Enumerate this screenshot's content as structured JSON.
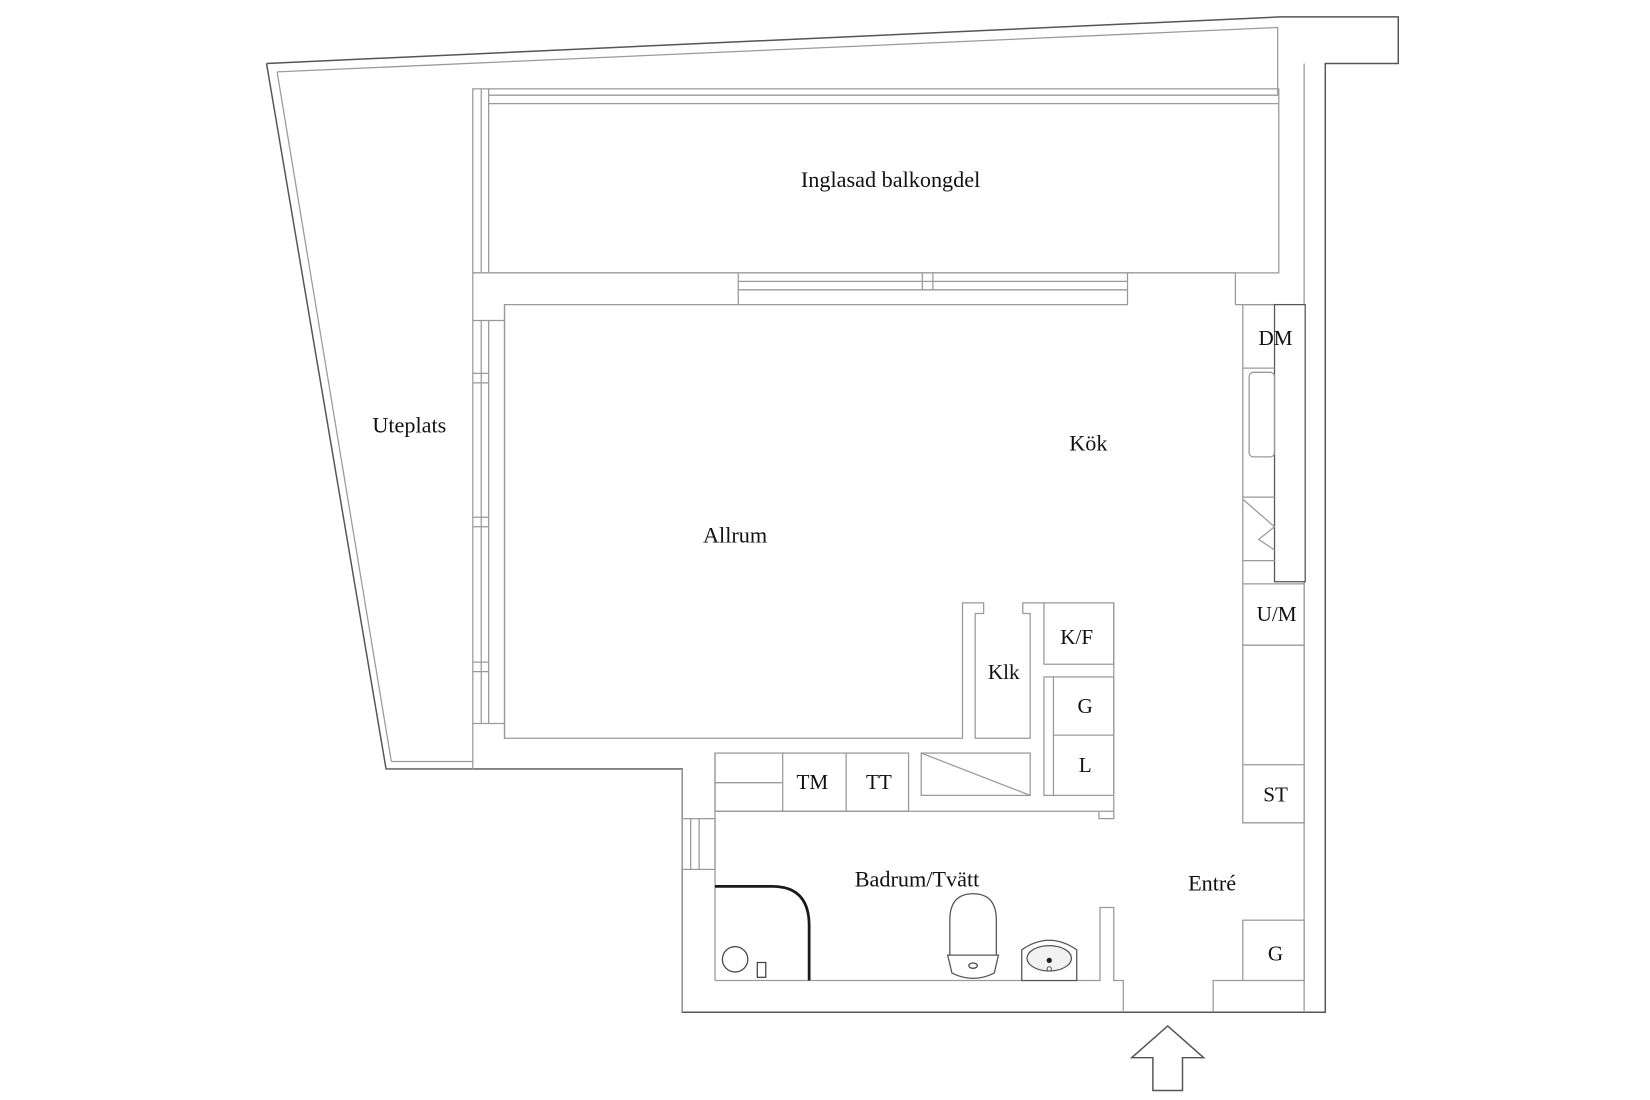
{
  "floorplan": {
    "rooms": {
      "balcony": "Inglasad balkongdel",
      "patio": "Uteplats",
      "living": "Allrum",
      "kitchen": "Kök",
      "closet": "Klk",
      "bathroom": "Badrum/Tvätt",
      "entry": "Entré"
    },
    "fixtures": {
      "dishwasher": "DM",
      "fridge_freezer": "K/F",
      "wardrobe_g1": "G",
      "wardrobe_l": "L",
      "oven_micro": "U/M",
      "washer": "TM",
      "dryer": "TT",
      "storage_st": "ST",
      "wardrobe_g2": "G"
    },
    "entrance_arrow": "entrance-arrow"
  }
}
